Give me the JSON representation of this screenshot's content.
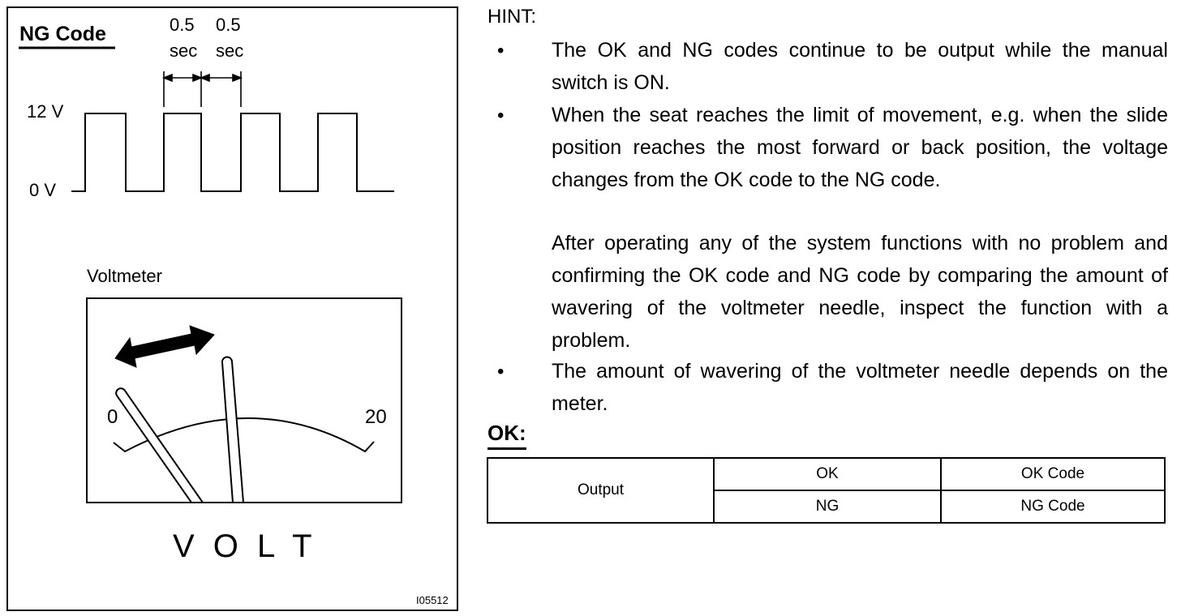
{
  "figure": {
    "code_title": "NG Code",
    "interval_1": [
      "0.5",
      "sec"
    ],
    "interval_2": [
      "0.5",
      "sec"
    ],
    "voltage_high": "12 V",
    "voltage_low": "0 V",
    "meter_label": "Voltmeter",
    "scale_min": "0",
    "scale_max": "20",
    "unit_label": "V O L T",
    "figure_id": "I05512"
  },
  "hint": {
    "title": "HINT:",
    "bullet_symbol": "•",
    "bullet_1": "The OK and NG codes continue to be output while the manual switch is ON.",
    "bullet_2": "When the seat reaches the limit of movement, e.g. when the slide position reaches the most forward or back position, the voltage changes from the OK code to the NG code.",
    "bullet_2_followup": "After operating any of the system functions with no problem and confirming the OK code and NG code by comparing the amount of wavering of the voltmeter needle, inspect the function with a problem.",
    "bullet_3": "The amount of wavering of the voltmeter needle depends on the meter."
  },
  "ok_section": {
    "heading": "OK:",
    "table": {
      "row_header": "Output",
      "rows": [
        {
          "condition": "OK",
          "result": "OK Code"
        },
        {
          "condition": "NG",
          "result": "NG Code"
        }
      ]
    }
  }
}
